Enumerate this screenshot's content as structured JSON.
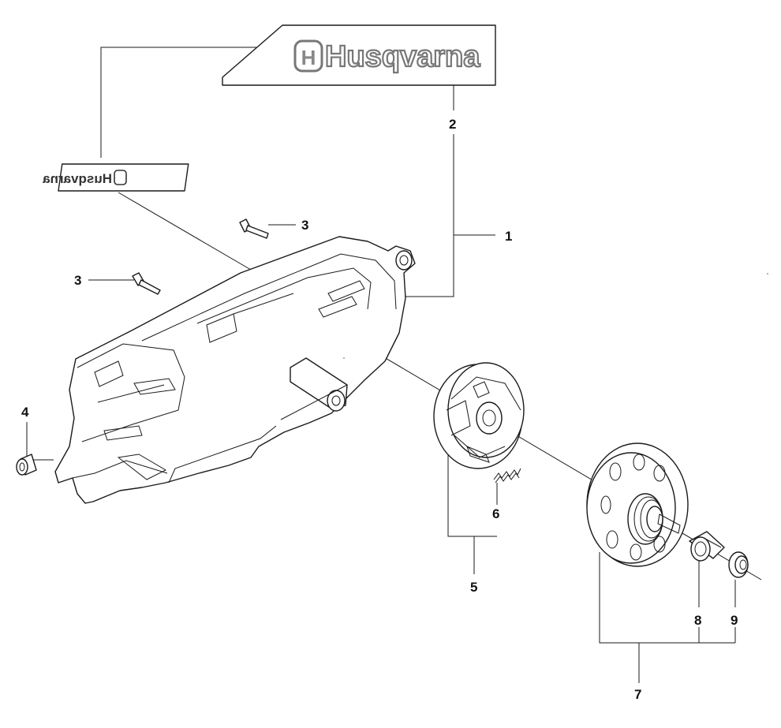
{
  "decals": {
    "large_brand": "Husqvarna",
    "small_brand_mirrored": "Husqvarna"
  },
  "callouts": [
    {
      "id": "c1",
      "label": "1"
    },
    {
      "id": "c2",
      "label": "2"
    },
    {
      "id": "c3a",
      "label": "3"
    },
    {
      "id": "c3b",
      "label": "3"
    },
    {
      "id": "c4",
      "label": "4"
    },
    {
      "id": "c5",
      "label": "5"
    },
    {
      "id": "c6",
      "label": "6"
    },
    {
      "id": "c7",
      "label": "7"
    },
    {
      "id": "c8",
      "label": "8"
    },
    {
      "id": "c9",
      "label": "9"
    }
  ]
}
